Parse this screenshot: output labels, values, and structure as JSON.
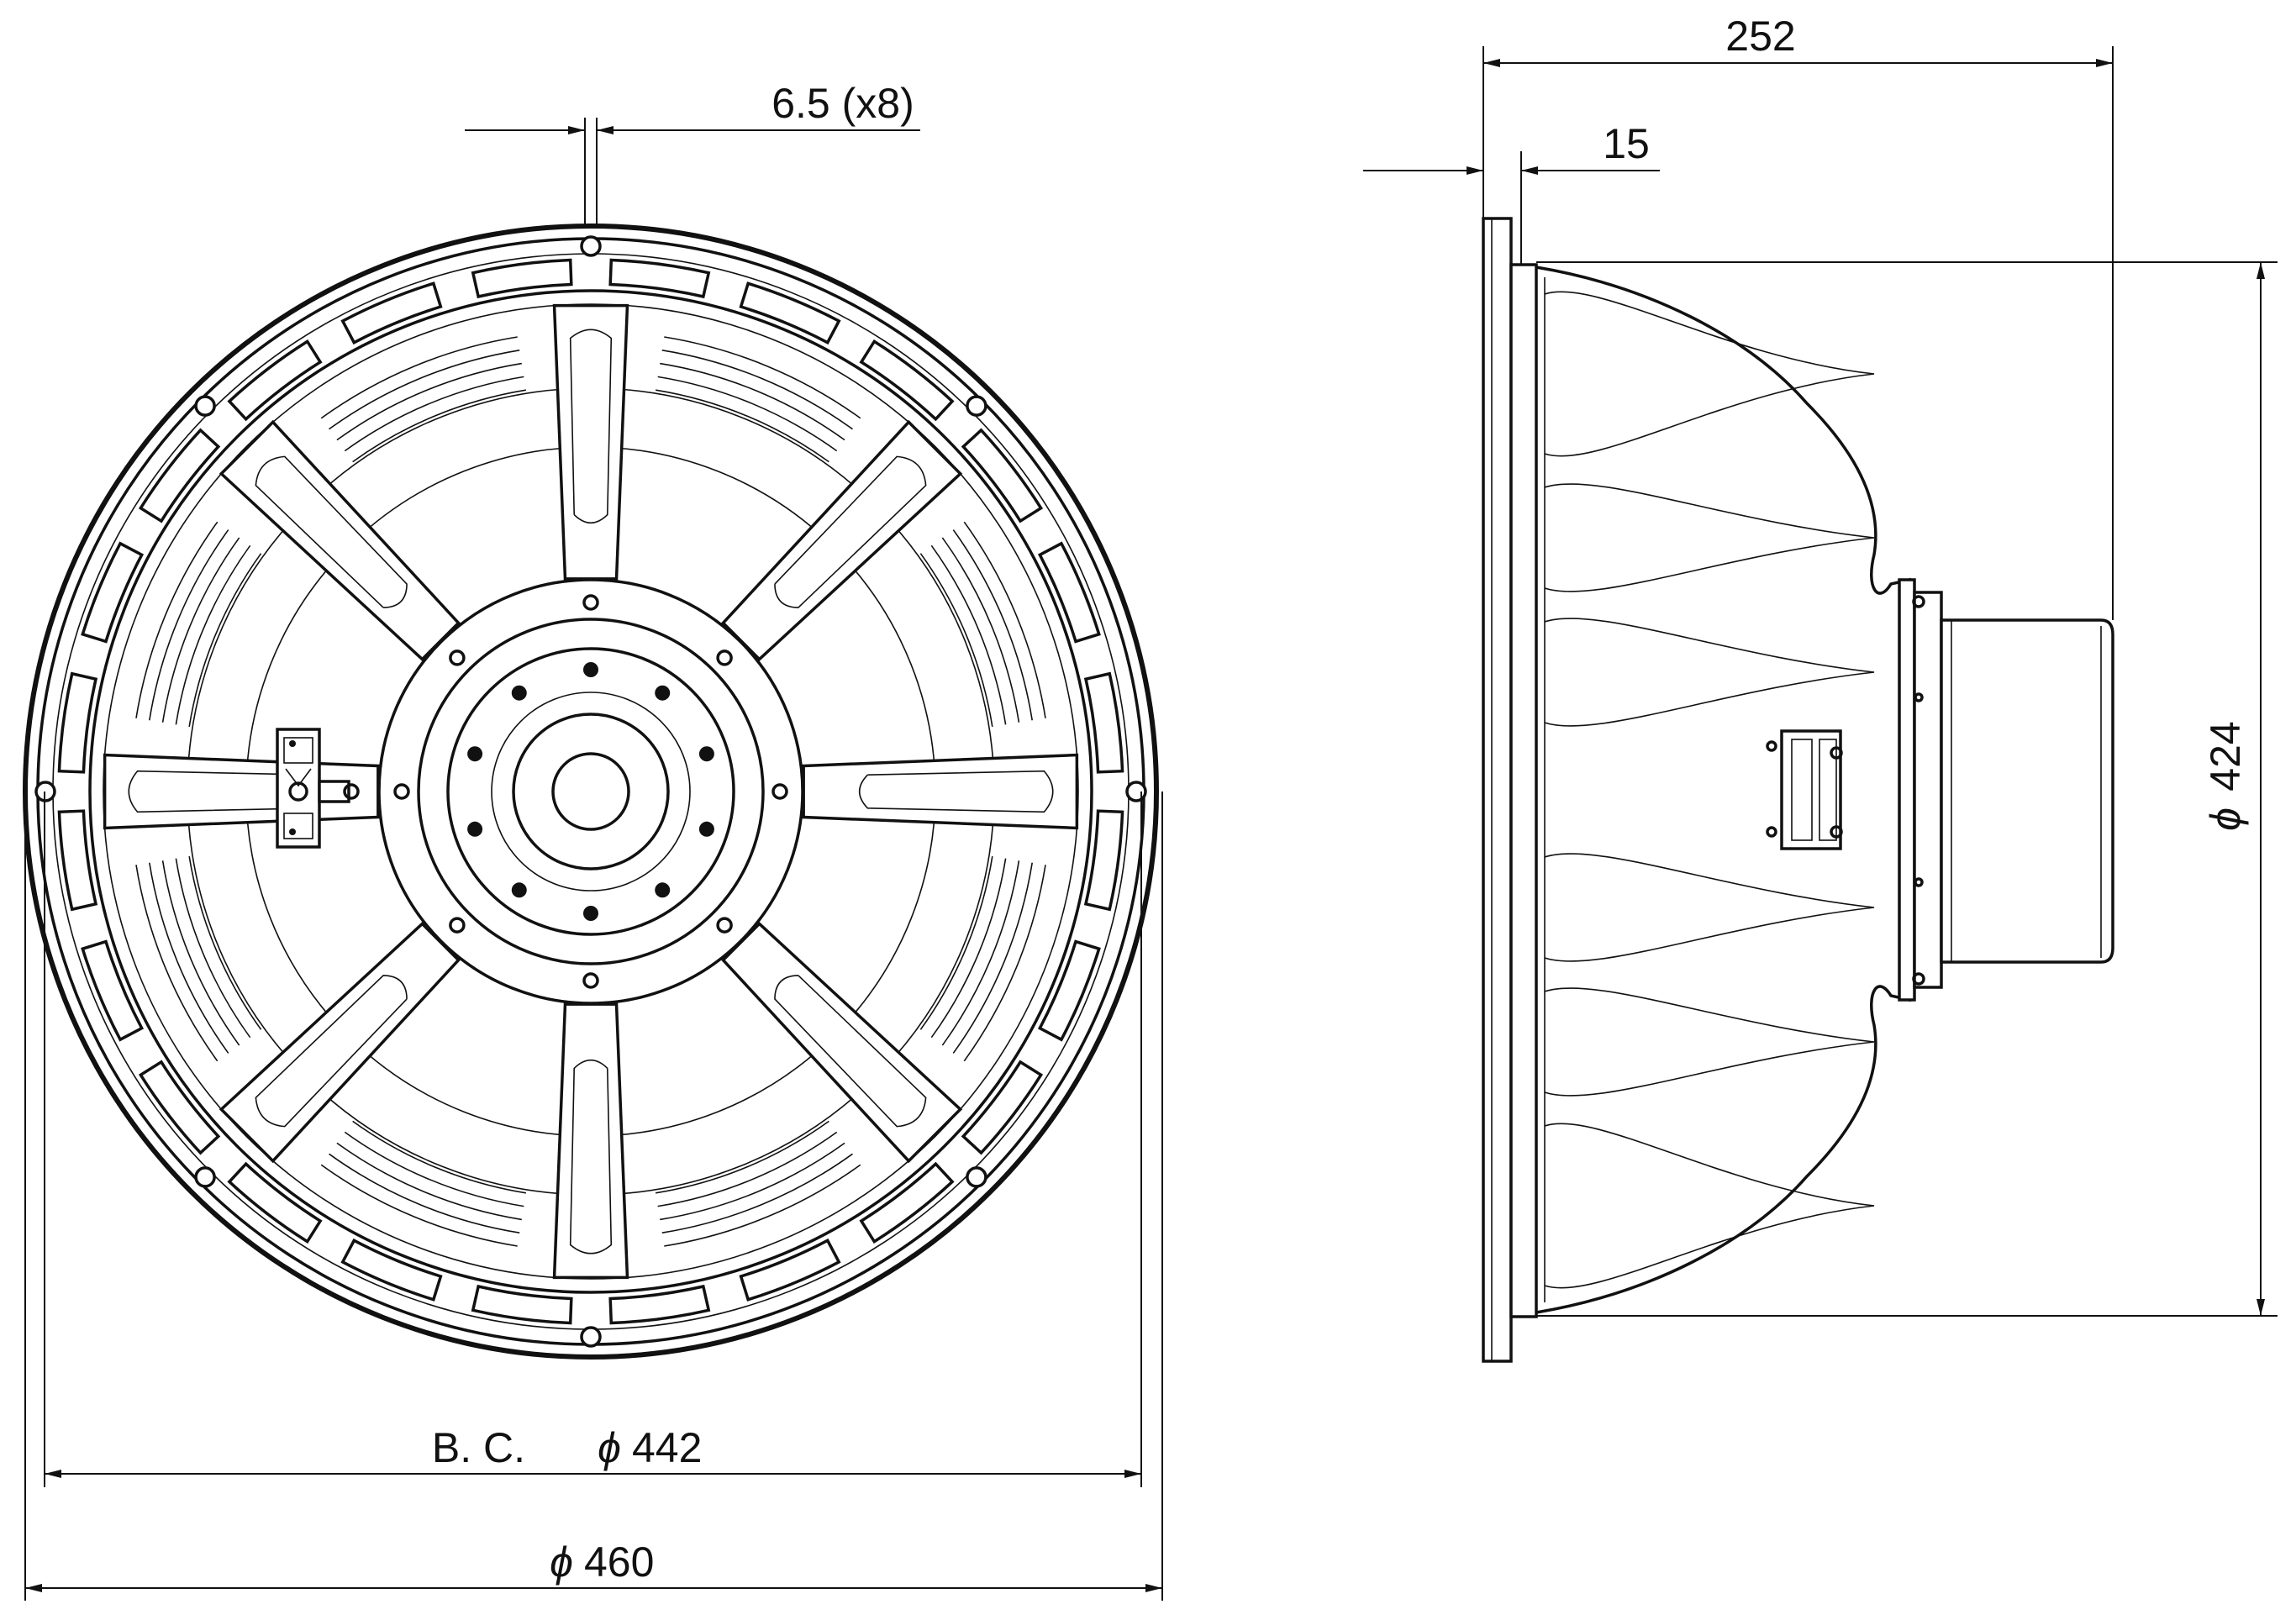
{
  "dimensions": {
    "hole_size": "6.5 (x8)",
    "bolt_circle": "B. C.",
    "bolt_circle_value": "442",
    "outer_diameter_value": "460",
    "total_depth": "252",
    "flange_thickness": "15",
    "basket_diameter_value": "424",
    "diameter_symbol": "ϕ"
  },
  "views": {
    "front": "front-view",
    "side": "side-view"
  },
  "colors": {
    "line": "#111111",
    "background": "#ffffff"
  }
}
